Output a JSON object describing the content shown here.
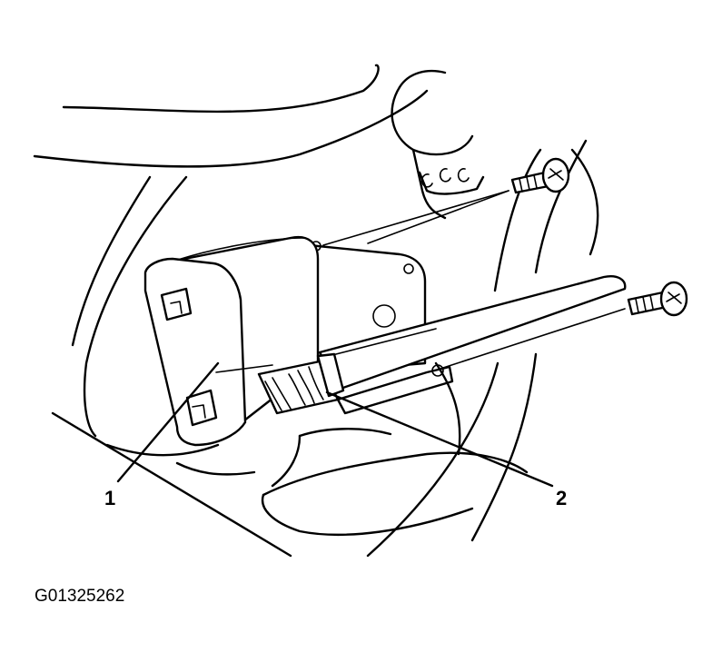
{
  "callouts": [
    {
      "id": "1",
      "label": "1"
    },
    {
      "id": "2",
      "label": "2"
    }
  ],
  "figure_id": "G01325262"
}
